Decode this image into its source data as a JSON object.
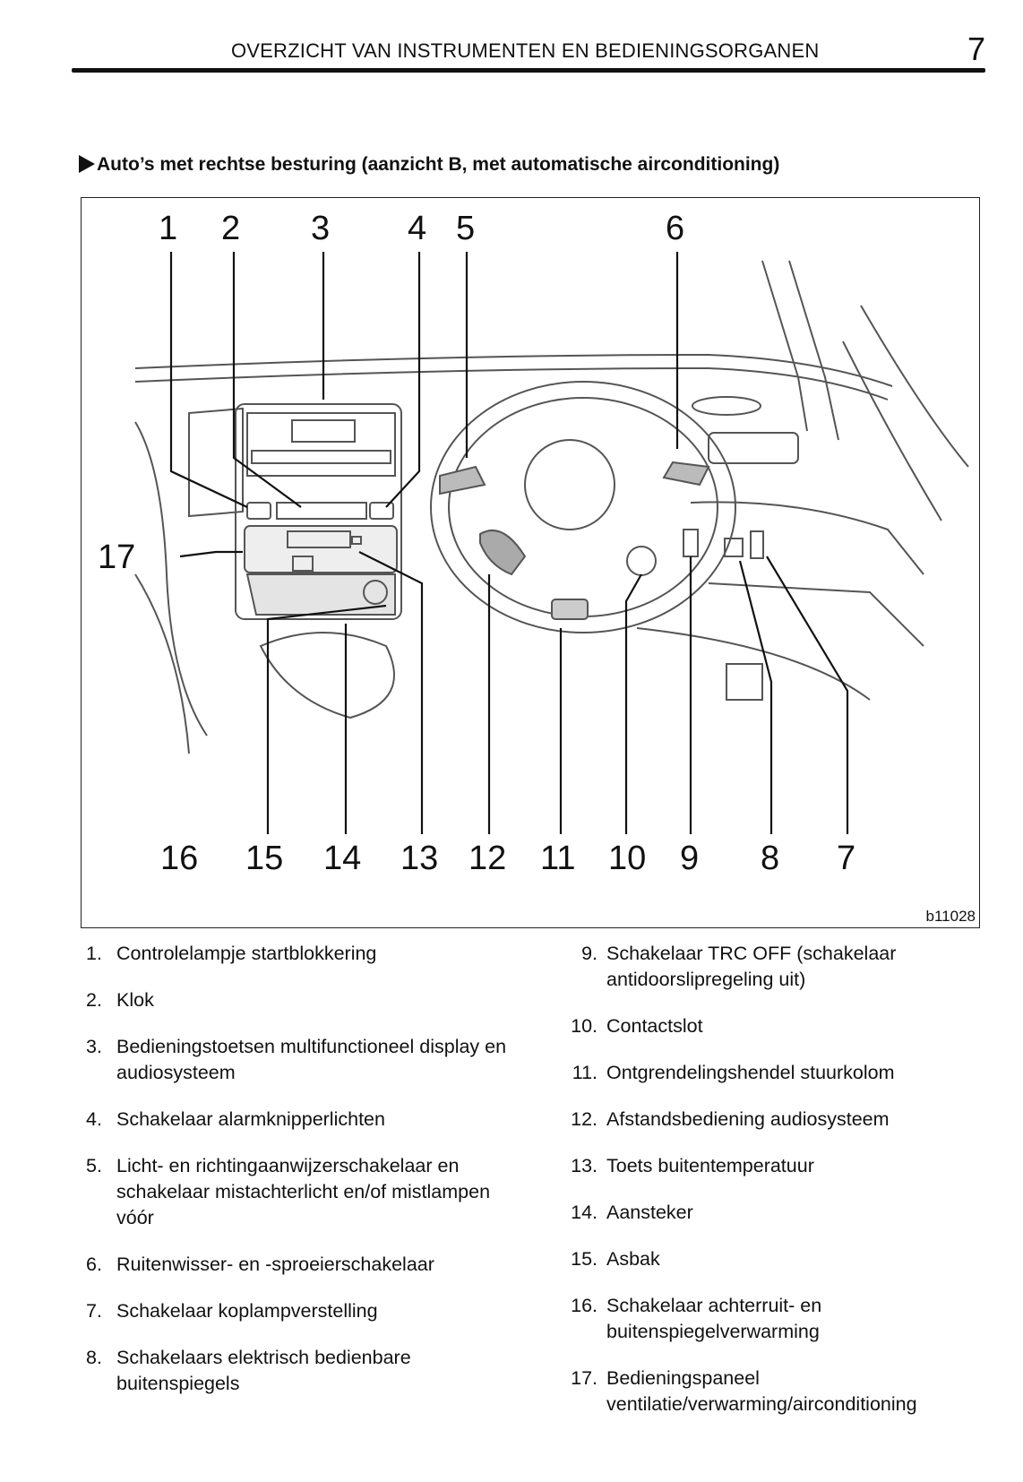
{
  "header": {
    "title": "OVERZICHT VAN INSTRUMENTEN EN BEDIENINGSORGANEN",
    "page_number": "7"
  },
  "subheading": "Auto’s met rechtse besturing (aanzicht B, met automatische airconditioning)",
  "figure": {
    "code": "b11028",
    "callouts_top": [
      "1",
      "2",
      "3",
      "4",
      "5",
      "6"
    ],
    "callout_left": "17",
    "callouts_bottom": [
      "16",
      "15",
      "14",
      "13",
      "12",
      "11",
      "10",
      "9",
      "8",
      "7"
    ]
  },
  "legend_left": [
    {
      "num": "1.",
      "text": "Controlelampje startblokkering"
    },
    {
      "num": "2.",
      "text": "Klok"
    },
    {
      "num": "3.",
      "text": "Bedieningstoetsen multifunctioneel display en audiosysteem"
    },
    {
      "num": "4.",
      "text": "Schakelaar alarmknipperlichten"
    },
    {
      "num": "5.",
      "text": "Licht- en richtingaanwijzerschakelaar en schakelaar mistachterlicht en/of mistlampen vóór"
    },
    {
      "num": "6.",
      "text": "Ruitenwisser- en -sproeierschakelaar"
    },
    {
      "num": "7.",
      "text": "Schakelaar koplampverstelling"
    },
    {
      "num": "8.",
      "text": "Schakelaars elektrisch bedienbare buitenspiegels"
    }
  ],
  "legend_right": [
    {
      "num": "9.",
      "text": "Schakelaar TRC OFF (schakelaar antidoorslipregeling uit)"
    },
    {
      "num": "10.",
      "text": "Contactslot"
    },
    {
      "num": "11.",
      "text": "Ontgrendelingshendel stuurkolom"
    },
    {
      "num": "12.",
      "text": "Afstandsbediening audiosysteem"
    },
    {
      "num": "13.",
      "text": "Toets buitentemperatuur"
    },
    {
      "num": "14.",
      "text": "Aansteker"
    },
    {
      "num": "15.",
      "text": "Asbak"
    },
    {
      "num": "16.",
      "text": "Schakelaar achterruit- en buitenspiegelverwarming"
    },
    {
      "num": "17.",
      "text": "Bedieningspaneel ventilatie/verwarming/airconditioning"
    }
  ]
}
